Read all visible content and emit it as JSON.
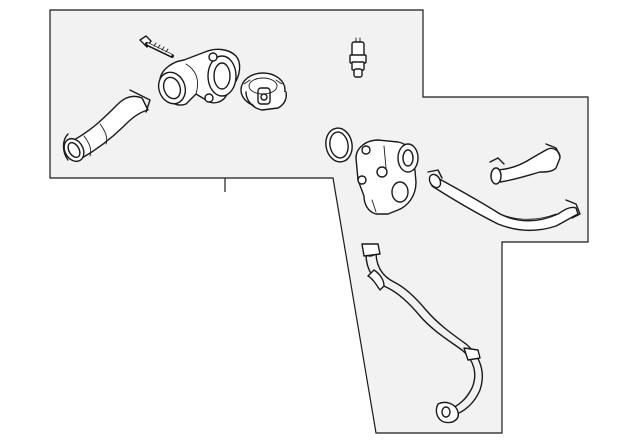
{
  "diagram": {
    "background": "#ffffff",
    "panel_fill": "#f2f2f2",
    "line_color": "#1a1a1a",
    "parts": [
      {
        "id": "bolt",
        "icon": "bolt-icon"
      },
      {
        "id": "thermostat-housing",
        "icon": "housing-icon"
      },
      {
        "id": "thermostat",
        "icon": "thermostat-icon"
      },
      {
        "id": "temperature-sensor",
        "icon": "sensor-icon"
      },
      {
        "id": "upper-hose",
        "icon": "hose-icon"
      },
      {
        "id": "o-ring",
        "icon": "ring-icon"
      },
      {
        "id": "water-outlet",
        "icon": "outlet-icon"
      },
      {
        "id": "bypass-hose",
        "icon": "hose-icon"
      },
      {
        "id": "heater-hose",
        "icon": "hose-icon"
      },
      {
        "id": "coolant-pipe",
        "icon": "pipe-icon"
      }
    ]
  }
}
